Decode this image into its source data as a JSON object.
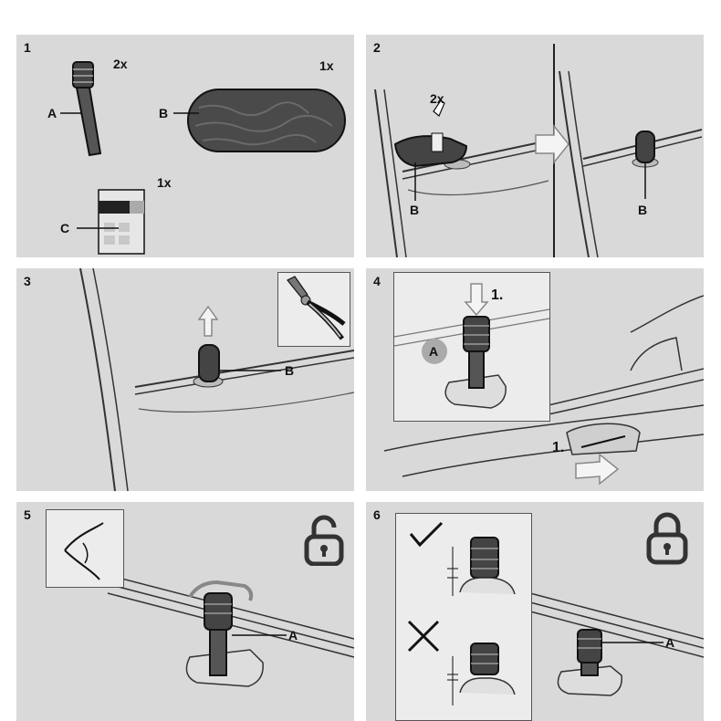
{
  "colors": {
    "panel": "#d9d9d9",
    "ink": "#111111",
    "inset": "#ececec",
    "felt": "#4a4a4a"
  },
  "panels": [
    {
      "step": "1",
      "labels": {
        "a": "A",
        "b": "B",
        "c": "C"
      },
      "qty": {
        "a": "2x",
        "b": "1x",
        "c": "1x"
      }
    },
    {
      "step": "2",
      "labels": {
        "b1": "B",
        "b2": "B"
      },
      "qty": {
        "tape": "2x"
      },
      "icons": [
        "arrow-right-icon"
      ]
    },
    {
      "step": "3",
      "labels": {
        "b": "B"
      },
      "icons": [
        "pliers-icon",
        "arrow-up-icon"
      ]
    },
    {
      "step": "4",
      "labels": {
        "a": "A"
      },
      "substeps": {
        "press": "1.",
        "lock": "1."
      },
      "icons": [
        "arrow-down-icon"
      ]
    },
    {
      "step": "5",
      "labels": {
        "a": "A"
      },
      "icons": [
        "eye-icon",
        "unlock-icon"
      ]
    },
    {
      "step": "6",
      "labels": {
        "a": "A"
      },
      "icons": [
        "checkmark-icon",
        "cross-icon",
        "lock-icon"
      ]
    }
  ]
}
